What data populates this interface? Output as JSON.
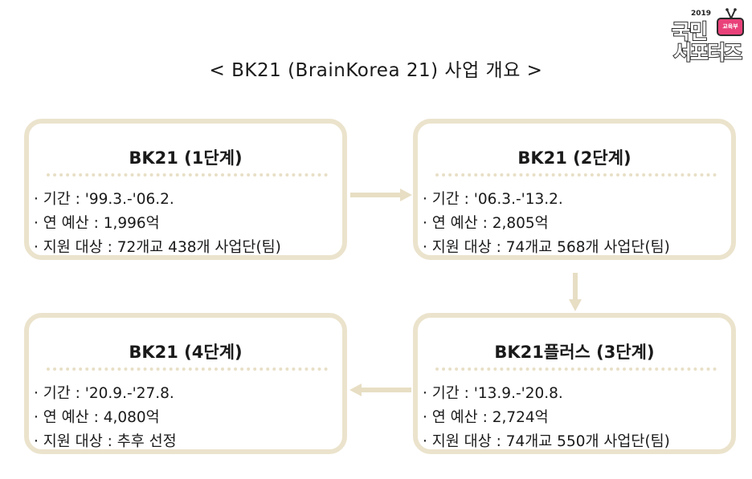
{
  "title": "< BK21 (BrainKorea 21) 사업 개요 >",
  "logo": {
    "year": "2019",
    "line1": "국민",
    "line2": "서포터즈",
    "badge": "교육부",
    "icon": "tv-antenna-icon"
  },
  "phases": [
    {
      "title": "BK21 (1단계)",
      "period": "· 기간 : '99.3.-'06.2.",
      "budget": "· 연 예산 : 1,996억",
      "target": "· 지원 대상 : 72개교 438개 사업단(팀)"
    },
    {
      "title": "BK21 (2단계)",
      "period": "· 기간 : '06.3.-'13.2.",
      "budget": "· 연 예산 : 2,805억",
      "target": "· 지원 대상 : 74개교 568개 사업단(팀)"
    },
    {
      "title": "BK21플러스 (3단계)",
      "period": "· 기간 : '13.9.-'20.8.",
      "budget": "· 연 예산 : 2,724억",
      "target": "· 지원 대상 : 74개교 550개 사업단(팀)"
    },
    {
      "title": "BK21 (4단계)",
      "period": "· 기간 : '20.9.-'27.8.",
      "budget": "· 연 예산 : 4,080억",
      "target": "· 지원 대상 : 추후 선정"
    }
  ],
  "colors": {
    "box_border": "#ebe3cc",
    "arrow": "#e7dec4",
    "text": "#1a1a1a"
  }
}
